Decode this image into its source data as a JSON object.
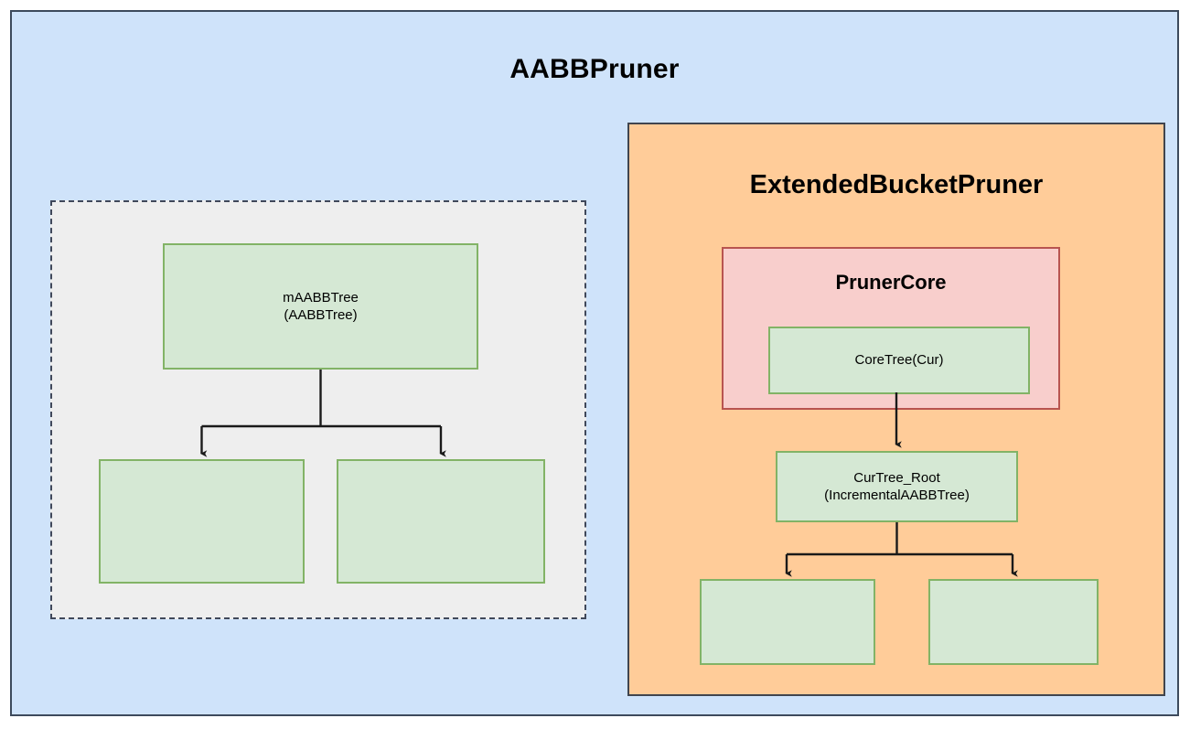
{
  "diagram": {
    "type": "nested-container-tree",
    "title": "AABBPruner",
    "containers": [
      {
        "name": "outer",
        "label": "AABBPruner",
        "fill": "#cfe3fa",
        "stroke": "#3d4a5c",
        "style": "solid"
      },
      {
        "name": "dashed-group",
        "label": "",
        "fill": "#eeeeee",
        "stroke": "#40485a",
        "style": "dashed"
      },
      {
        "name": "extended-bucket-pruner",
        "label": "ExtendedBucketPruner",
        "fill": "#ffcc99",
        "stroke": "#40454e",
        "style": "solid"
      },
      {
        "name": "pruner-core",
        "label": "PrunerCore",
        "fill": "#f8cecc",
        "stroke": "#b85450",
        "style": "solid"
      }
    ],
    "nodes": {
      "maabbtree": "mAABBTree\n(AABBTree)",
      "left_child_a": "",
      "left_child_b": "",
      "coretree": "CoreTree(Cur)",
      "curtree_root": "CurTree_Root\n(IncrementalAABBTree)",
      "right_child_a": "",
      "right_child_b": ""
    },
    "node_style": {
      "fill": "#d5e8d4",
      "stroke": "#82b366"
    },
    "edges": [
      {
        "from": "maabbtree",
        "to": "left_child_a",
        "arrow": "down",
        "shape": "orthogonal"
      },
      {
        "from": "maabbtree",
        "to": "left_child_b",
        "arrow": "down",
        "shape": "orthogonal"
      },
      {
        "from": "coretree",
        "to": "curtree_root",
        "arrow": "down",
        "shape": "straight"
      },
      {
        "from": "curtree_root",
        "to": "right_child_a",
        "arrow": "down",
        "shape": "orthogonal"
      },
      {
        "from": "curtree_root",
        "to": "right_child_b",
        "arrow": "down",
        "shape": "orthogonal"
      }
    ],
    "edge_color": "#1a1a1a"
  }
}
